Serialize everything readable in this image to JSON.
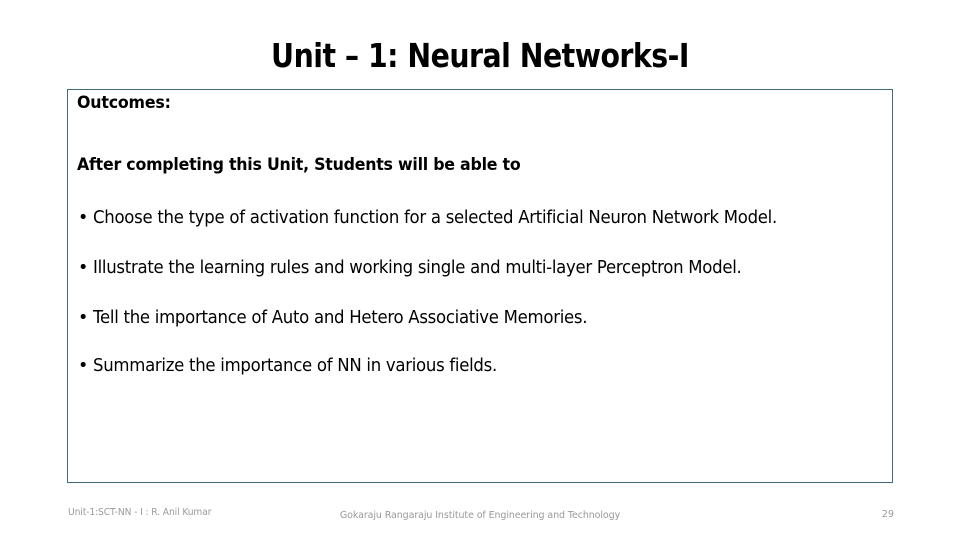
{
  "slide": {
    "title": "Unit – 1: Neural Networks-I",
    "page_number": "29",
    "accent_color": "#44697d",
    "text_color": "#000000",
    "footer_color": "#9a9a9a",
    "background_color": "#ffffff"
  },
  "outcome_box": {
    "heading": "Outcomes:",
    "intro": "After completing this Unit, Students will be able to",
    "bullet_marker": "•",
    "bullets": [
      {
        "text": "Choose the type of activation function for a selected Artificial Neuron Network Model."
      },
      {
        "text": "Illustrate the learning rules and working single and multi-layer Perceptron Model."
      },
      {
        "text": "Tell the importance of Auto and Hetero Associative Memories."
      },
      {
        "text": "Summarize the importance of NN in various fields."
      }
    ]
  },
  "footer": {
    "left": "Unit-1:SCT-NN - I : R. Anil Kumar",
    "center": "Gokaraju Rangaraju Institute of Engineering and Technology",
    "page": "29"
  }
}
